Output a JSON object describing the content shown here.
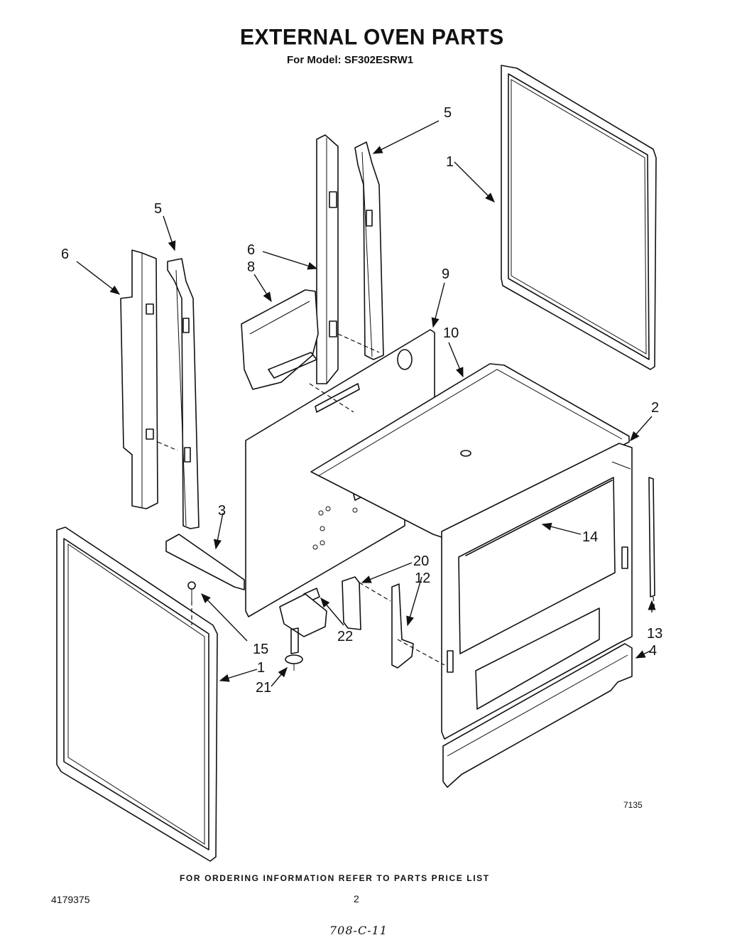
{
  "header": {
    "title": "EXTERNAL OVEN PARTS",
    "subtitle": "For Model: SF302ESRW1"
  },
  "footer": {
    "note": "FOR ORDERING INFORMATION REFER TO PARTS PRICE LIST",
    "doc_number": "4179375",
    "page_number": "2",
    "handwritten": "708-C-11",
    "figure_code": "7135"
  },
  "callouts": {
    "c1_top": "1",
    "c1_bottom": "1",
    "c2": "2",
    "c3": "3",
    "c4": "4",
    "c5_top": "5",
    "c5_left": "5",
    "c6_left": "6",
    "c6_mid": "6",
    "c8": "8",
    "c9": "9",
    "c10": "10",
    "c12": "12",
    "c13": "13",
    "c14": "14",
    "c15": "15",
    "c20": "20",
    "c21": "21",
    "c22": "22"
  }
}
